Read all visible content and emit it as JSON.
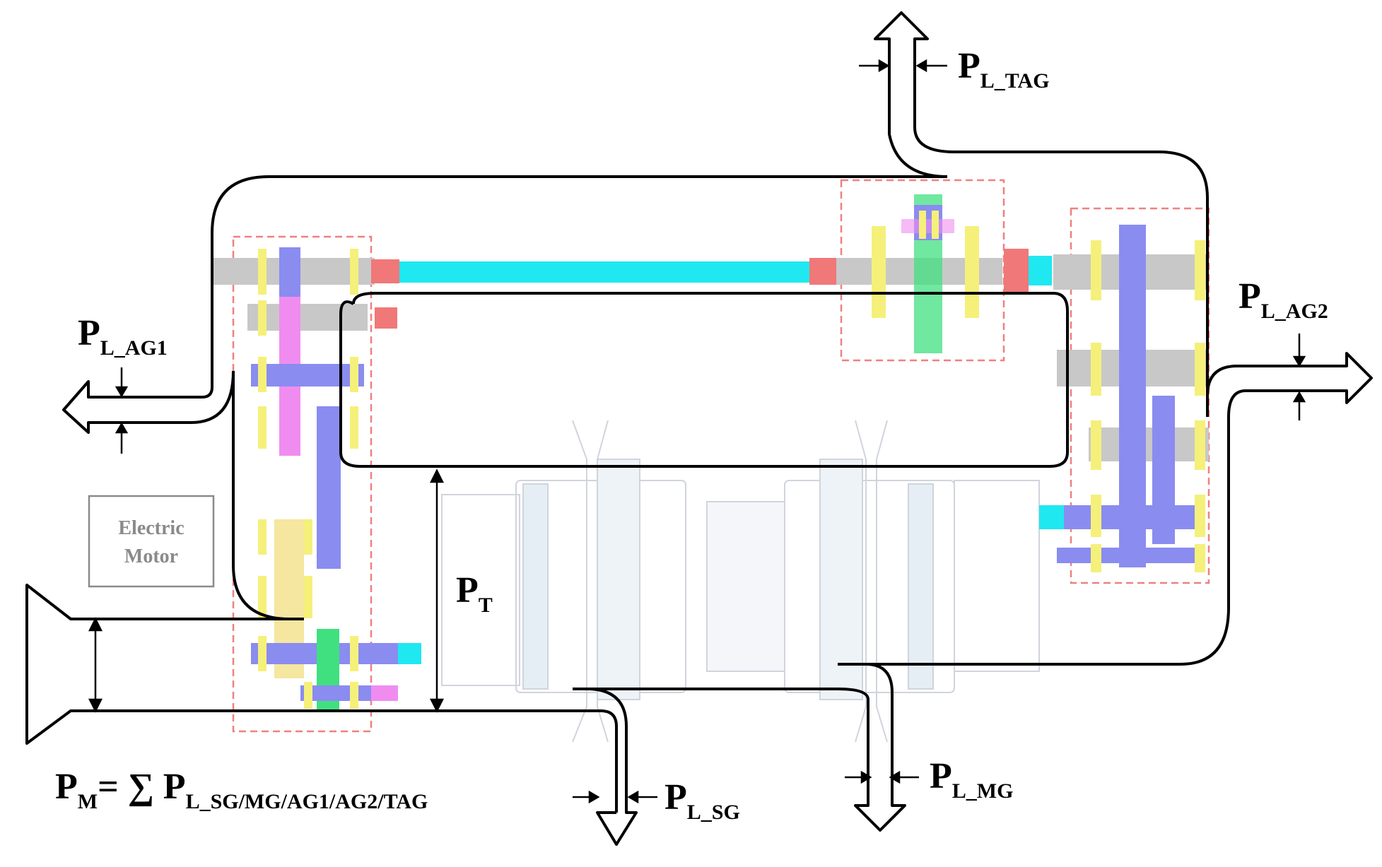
{
  "electric_motor": {
    "line1": "Electric",
    "line2": "Motor"
  },
  "labels": {
    "p_l_tag": {
      "main": "P",
      "sub": "L_TAG"
    },
    "p_l_ag1": {
      "main": "P",
      "sub": "L_AG1"
    },
    "p_l_ag2": {
      "main": "P",
      "sub": "L_AG2"
    },
    "p_t": {
      "main": "P",
      "sub": "T"
    },
    "p_l_sg": {
      "main": "P",
      "sub": "L_SG"
    },
    "p_l_mg": {
      "main": "P",
      "sub": "L_MG"
    }
  },
  "equation": {
    "lhs_main": "P",
    "lhs_sub": "M",
    "operator": "= ∑ ",
    "rhs_main": "P",
    "rhs_sub": "L_SG/MG/AG1/AG2/TAG"
  },
  "colors": {
    "outline": "#000000",
    "dashed_box": "#f08080",
    "shaft": "#c8c8c8",
    "bearing": "#f5f07a",
    "gear_blue": "#8a8cf0",
    "gear_pink": "#f08cf0",
    "gear_green": "#40e080",
    "coupling_cyan": "#20e8f0",
    "coupling_red": "#f07878",
    "motor_box": "#8a8a8a"
  }
}
